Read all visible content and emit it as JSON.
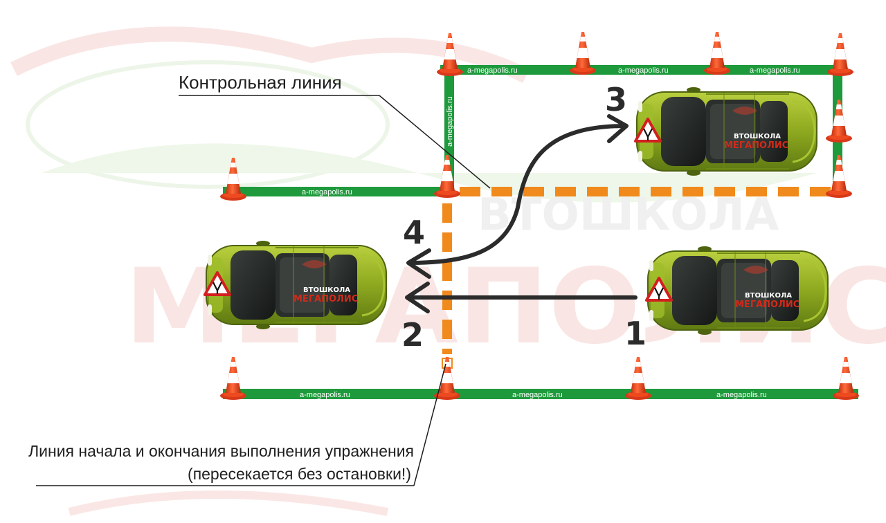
{
  "watermark": {
    "school_word": "ВТОШКОЛА",
    "brand_word": "МЕГАПОЛИС"
  },
  "labels": {
    "control_line": "Контрольная линия",
    "start_end_line_1": "Линия начала и окончания выполнения упражнения",
    "start_end_line_2": "(пересекается без остановки!)"
  },
  "boundary_label": "a-megapolis.ru",
  "steps": [
    "1",
    "2",
    "3",
    "4"
  ],
  "car": {
    "school_text": "ВТОШКОЛА",
    "brand_text": "МЕГАПОЛИС",
    "sign": "У"
  },
  "colors": {
    "boundary_green": "#1e9a3c",
    "dash_orange": "#f08a1c",
    "car_green": "#8aa81e",
    "cone_orange": "#ee4a1f",
    "arrow": "#2b2b2b"
  },
  "icons": [
    "traffic-cone-icon",
    "beginner-driver-sign-icon",
    "arrow-icon"
  ]
}
